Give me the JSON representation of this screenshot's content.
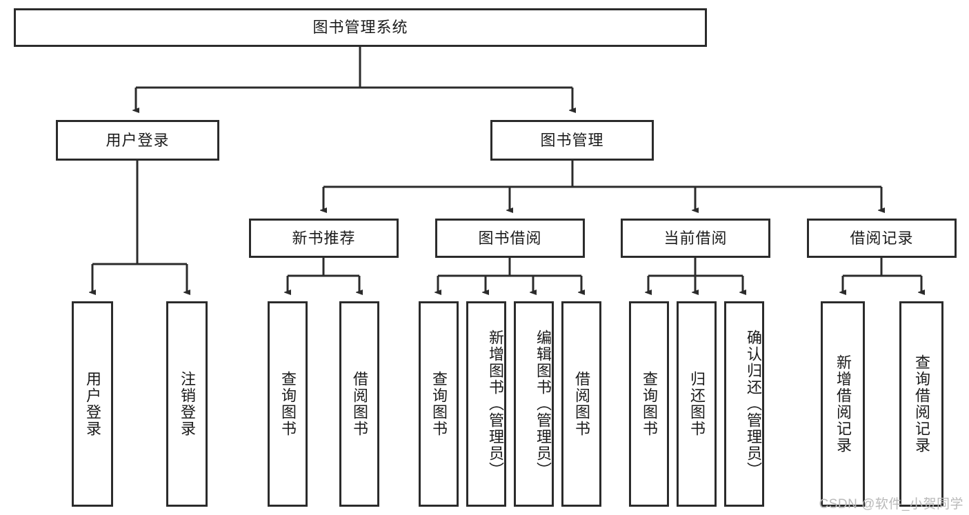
{
  "diagram": {
    "title": "图书管理系统",
    "type": "hierarchy-tree",
    "watermark": "CSDN @软件_小贺同学",
    "colors": {
      "border": "#2b2b2b",
      "background": "#ffffff",
      "text": "#1b1b1b",
      "watermark": "#b9b9b9"
    },
    "nodes": {
      "root": {
        "label": "图书管理系统",
        "level": 1
      },
      "user_login": {
        "label": "用户登录",
        "level": 2
      },
      "book_manage": {
        "label": "图书管理",
        "level": 2
      },
      "new_book_rec": {
        "label": "新书推荐",
        "level": 3
      },
      "book_borrow": {
        "label": "图书借阅",
        "level": 3
      },
      "current_borrow": {
        "label": "当前借阅",
        "level": 3
      },
      "borrow_record": {
        "label": "借阅记录",
        "level": 3
      },
      "leaf_user_login": {
        "label": "用户登录",
        "level": 3
      },
      "leaf_logout_login": {
        "label": "注销登录",
        "level": 3
      },
      "leaf_query_book_1": {
        "label": "查询图书",
        "level": 4
      },
      "leaf_borrow_book_1": {
        "label": "借阅图书",
        "level": 4
      },
      "leaf_query_book_2": {
        "label": "查询图书",
        "level": 4
      },
      "leaf_add_book": {
        "label": "新增图书（管理员）",
        "level": 4
      },
      "leaf_edit_book": {
        "label": "编辑图书（管理员）",
        "level": 4
      },
      "leaf_borrow_book_2": {
        "label": "借阅图书",
        "level": 4
      },
      "leaf_query_book_3": {
        "label": "查询图书",
        "level": 4
      },
      "leaf_return_book": {
        "label": "归还图书",
        "level": 4
      },
      "leaf_confirm_return": {
        "label": "确认归还（管理员）",
        "level": 4
      },
      "leaf_add_record": {
        "label": "新增借阅记录",
        "level": 4
      },
      "leaf_query_record": {
        "label": "查询借阅记录",
        "level": 4
      }
    }
  }
}
